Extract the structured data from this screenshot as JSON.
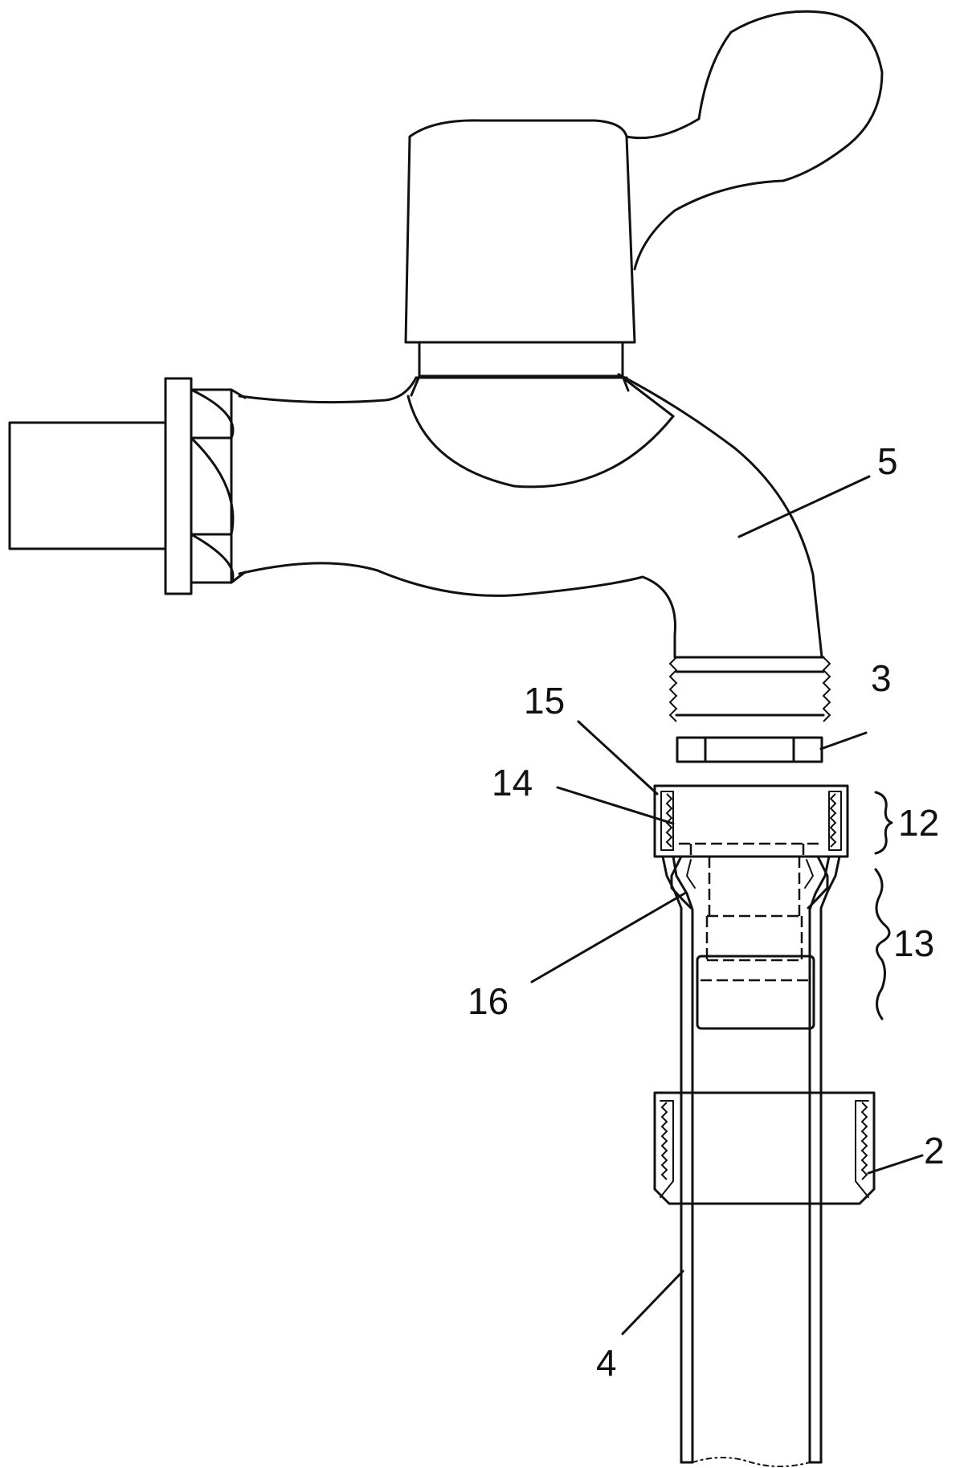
{
  "diagram": {
    "labels": {
      "faucet": "5",
      "washer": "3",
      "coupling_ring": "15",
      "inner_thread": "14",
      "part_12": "12",
      "part_13": "13",
      "part_16": "16",
      "nut": "2",
      "hose": "4"
    }
  }
}
